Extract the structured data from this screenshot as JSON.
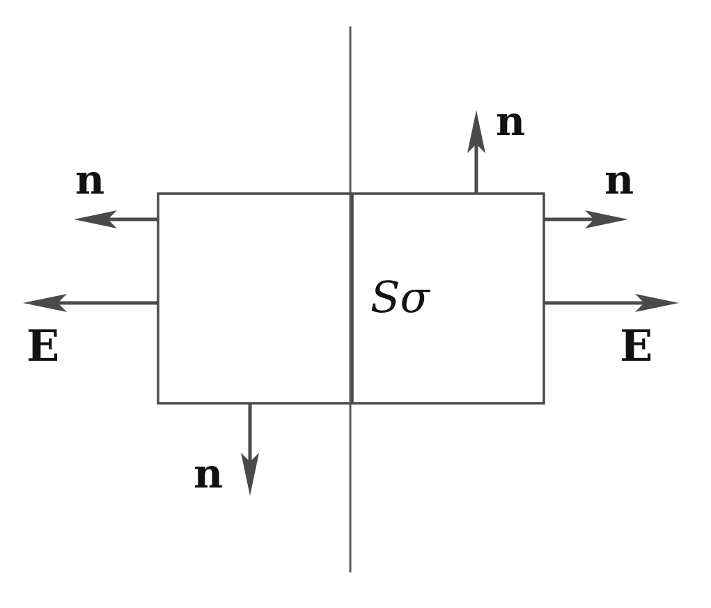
{
  "labels": {
    "normal": "n",
    "field": "E",
    "surface_charge": "Sσ"
  },
  "colors": {
    "stroke": "#4a4a4a",
    "text": "#111111",
    "background": "#ffffff"
  }
}
